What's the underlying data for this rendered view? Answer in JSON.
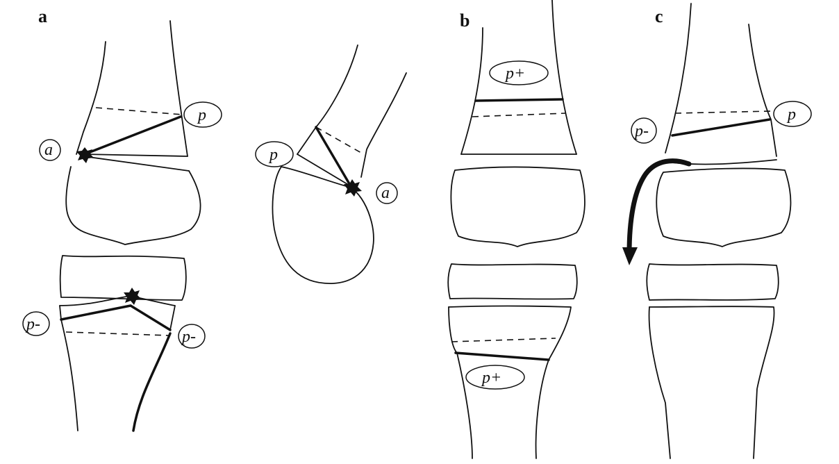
{
  "panels": {
    "a": "a",
    "b": "b",
    "c": "c"
  },
  "labels": {
    "a_femur_p": "p",
    "a_femur_a": "a",
    "a_lateral_p": "p",
    "a_lateral_a": "a",
    "a_tibia_p_left": "p-",
    "a_tibia_p_right": "p-",
    "b_femur_p": "p+",
    "b_tibia_p": "p+",
    "c_femur_p_left": "p-",
    "c_femur_p_right": "p"
  }
}
